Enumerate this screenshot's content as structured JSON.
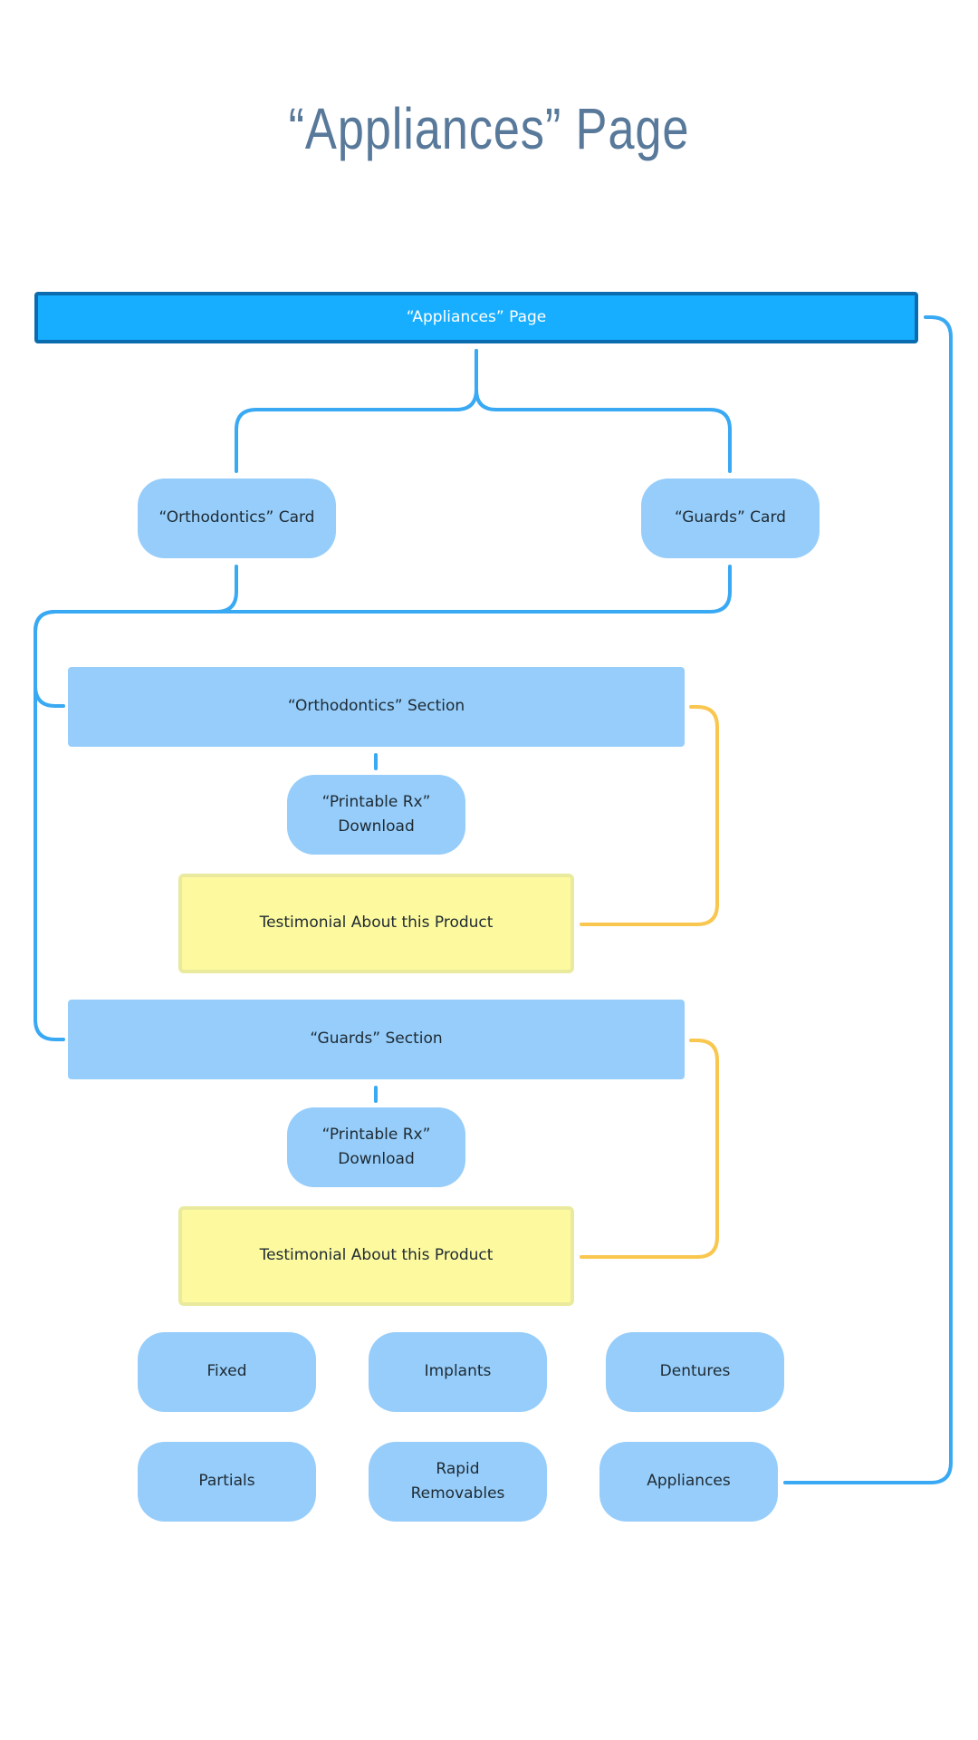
{
  "title": "“Appliances” Page",
  "colors": {
    "title": "#58799a",
    "root_fill": "#18aeff",
    "root_border": "#0a6cae",
    "node_fill": "#96cdfa",
    "testimonial_fill": "#fdf99e",
    "connector_blue": "#3aa9f3",
    "connector_yellow": "#f9c74f"
  },
  "nodes": {
    "root": "“Appliances” Page",
    "orthodontics_card": "“Orthodontics” Card",
    "guards_card": "“Guards” Card",
    "orthodontics_section": "“Orthodontics” Section",
    "printable_rx_1": "“Printable Rx”\nDownload",
    "testimonial_1": "Testimonial About this Product",
    "guards_section": "“Guards” Section",
    "printable_rx_2": "“Printable Rx”\nDownload",
    "testimonial_2": "Testimonial About this Product",
    "fixed": "Fixed",
    "implants": "Implants",
    "dentures": "Dentures",
    "partials": "Partials",
    "rapid_removables": "Rapid\nRemovables",
    "appliances": "Appliances"
  }
}
